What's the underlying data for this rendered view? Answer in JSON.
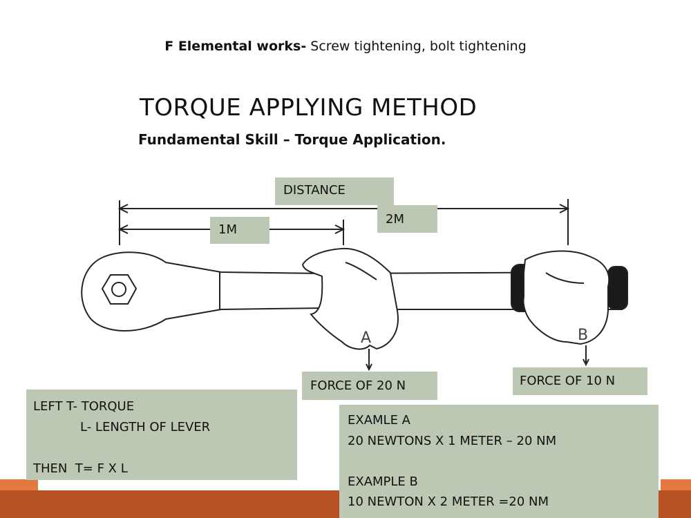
{
  "slide": {
    "header_bold": "F Elemental works-",
    "header_rest": " Screw tightening, bolt tightening",
    "title": "TORQUE APPLYING METHOD",
    "subtitle": "Fundamental Skill – Torque Application."
  },
  "diagram": {
    "distance_label": "DISTANCE",
    "label_2m": "2M",
    "label_1m": "1M",
    "point_a": "A",
    "point_b": "B",
    "force_a": "FORCE OF 20 N",
    "force_b": "FORCE OF 10 N"
  },
  "definitions": {
    "line1": "LEFT T- TORQUE",
    "line2": "L- LENGTH OF LEVER",
    "line3": "THEN  T= F X L"
  },
  "examples": {
    "line1": "EXAMLE A",
    "line2": "20 NEWTONS X 1 METER – 20 NM",
    "line3": "EXAMPLE B",
    "line4": "10 NEWTON X 2 METER =20 NM"
  },
  "colors": {
    "label_box": "#bcc8b3",
    "footer_bar": "#b65123",
    "footer_accent": "#e27a3f"
  }
}
